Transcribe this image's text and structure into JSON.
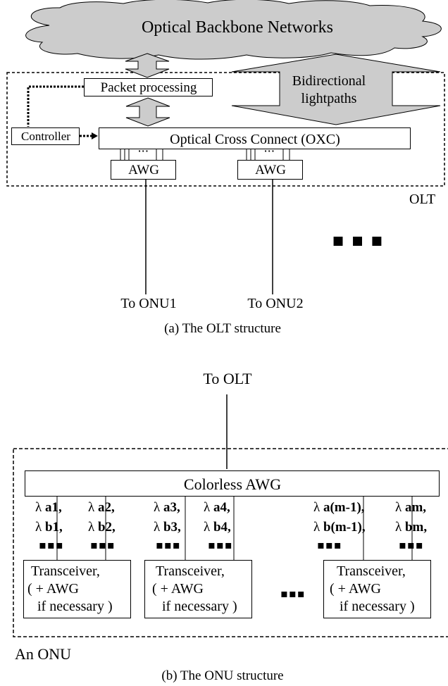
{
  "olt": {
    "backbone_label": "Optical Backbone Networks",
    "packet_processing_label": "Packet processing",
    "bidirectional_label_line1": "Bidirectional",
    "bidirectional_label_line2": "lightpaths",
    "controller_label": "Controller",
    "oxc_label": "Optical Cross Connect (OXC)",
    "awg_labels": [
      "AWG",
      "AWG"
    ],
    "olt_label": "OLT",
    "onu_destinations": [
      "To ONU1",
      "To ONU2"
    ],
    "continuation": "■ ■ ■",
    "caption": "(a) The OLT structure"
  },
  "onu": {
    "to_olt_label": "To OLT",
    "colorless_awg_label": "Colorless AWG",
    "wavelength_groups": [
      {
        "line1_prefix": "λ ",
        "line1_bold": "a1,",
        "line2_prefix": "λ ",
        "line2_bold": "b1,"
      },
      {
        "line1_prefix": "λ ",
        "line1_bold": "a2,",
        "line2_prefix": "λ ",
        "line2_bold": "b2,"
      },
      {
        "line1_prefix": "λ ",
        "line1_bold": "a3,",
        "line2_prefix": "λ ",
        "line2_bold": "b3,"
      },
      {
        "line1_prefix": "λ ",
        "line1_bold": "a4,",
        "line2_prefix": "λ ",
        "line2_bold": "b4,"
      },
      {
        "line1_prefix": "λ ",
        "line1_bold": "a(m-1),",
        "line2_prefix": "λ ",
        "line2_bold": "b(m-1),"
      },
      {
        "line1_prefix": "λ ",
        "line1_bold": "am,",
        "line2_prefix": "λ ",
        "line2_bold": "bm,"
      }
    ],
    "ellipsis": "▪▪▪",
    "transceiver": {
      "line1": "Transceiver,",
      "line2": "( + AWG",
      "line3": "if necessary )"
    },
    "between_transceivers": "▪▪▪",
    "onu_label": "An ONU",
    "caption": "(b) The ONU structure"
  }
}
